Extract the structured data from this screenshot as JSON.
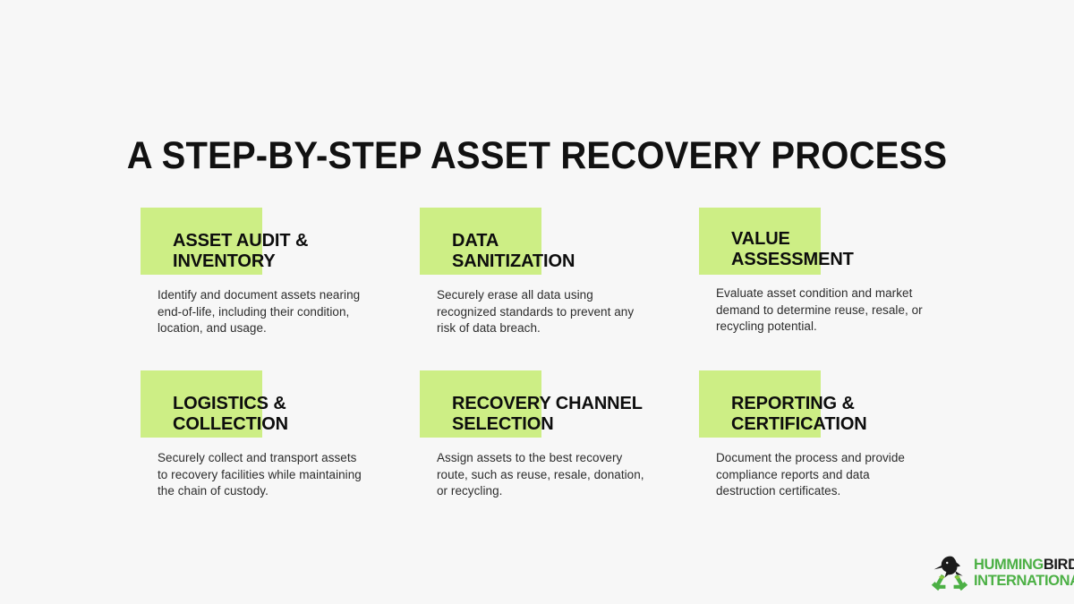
{
  "theme": {
    "background_color": "#f7f7f7",
    "accent_color": "#cdee85",
    "heading_color": "#0d0d0d",
    "body_color": "#2c2c2c",
    "logo_green": "#4cb045",
    "logo_dark": "#1b1b1b"
  },
  "title": "A STEP-BY-STEP ASSET RECOVERY PROCESS",
  "steps": [
    {
      "heading": "ASSET AUDIT &\nINVENTORY",
      "body": "Identify and document assets nearing end-of-life, including their condition, location, and usage."
    },
    {
      "heading": "DATA\nSANITIZATION",
      "body": "Securely erase all data using recognized standards to prevent any risk of data breach."
    },
    {
      "heading": "VALUE\nASSESSMENT",
      "body": "Evaluate asset condition and market demand to determine reuse, resale, or recycling potential."
    },
    {
      "heading": "LOGISTICS &\nCOLLECTION",
      "body": "Securely collect and transport assets to recovery facilities while maintaining the chain of custody."
    },
    {
      "heading": "RECOVERY CHANNEL\nSELECTION",
      "body": "Assign assets to the best recovery route, such as reuse, resale, donation, or recycling."
    },
    {
      "heading": "REPORTING &\nCERTIFICATION",
      "body": "Document the process and provide compliance reports and data destruction certificates."
    }
  ],
  "logo": {
    "mark": "hummingbird-recycle-icon",
    "name_part1": "HUMMING",
    "name_part2": "BIRD",
    "name_line2": "INTERNATIONAL"
  }
}
